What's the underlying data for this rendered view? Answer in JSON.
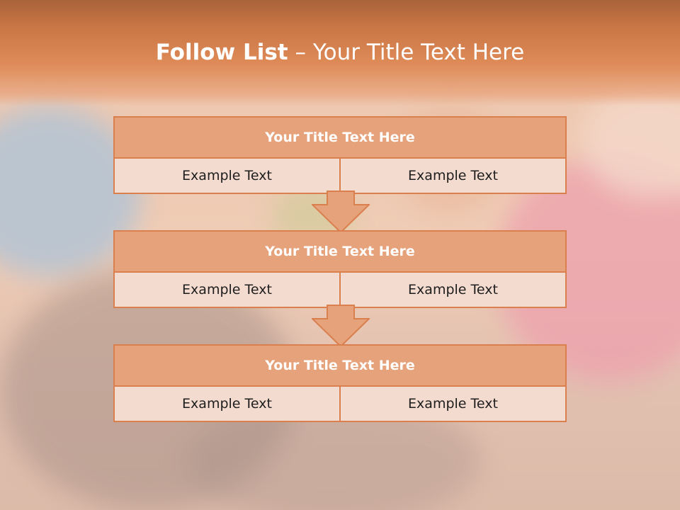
{
  "slide": {
    "title_bold": "Follow List",
    "title_rest": " – Your Title Text Here"
  },
  "blocks": [
    {
      "title": "Your Title Text Here",
      "left": "Example Text",
      "right": "Example Text"
    },
    {
      "title": "Your Title Text Here",
      "left": "Example Text",
      "right": "Example Text"
    },
    {
      "title": "Your Title Text Here",
      "left": "Example Text",
      "right": "Example Text"
    }
  ],
  "colors": {
    "accent": "#d9804e",
    "header_fill": "#e6a27b",
    "row_fill": "#f4dbd0"
  }
}
